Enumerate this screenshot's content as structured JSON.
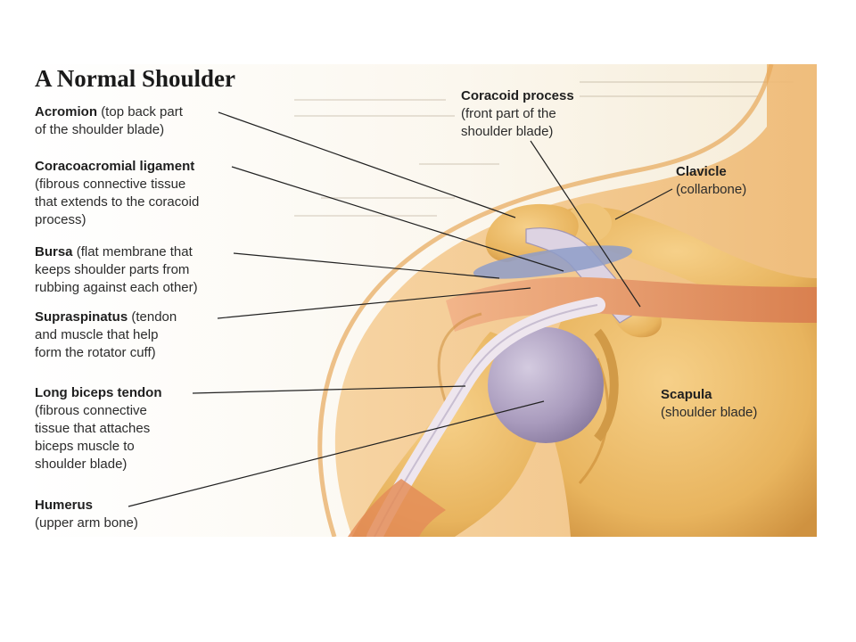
{
  "title": "A Normal Shoulder",
  "labels": {
    "acromion": {
      "name": "Acromion",
      "desc": [
        "(top back part",
        "of the shoulder blade)"
      ]
    },
    "coracoacromial": {
      "name": "Coracoacromial ligament",
      "desc": [
        "(fibrous connective tissue",
        "that extends to the coracoid",
        "process)"
      ]
    },
    "bursa": {
      "name": "Bursa",
      "desc": [
        "(flat membrane that",
        "keeps shoulder parts from",
        "rubbing against each other)"
      ]
    },
    "supraspinatus": {
      "name": "Supraspinatus",
      "desc": [
        "(tendon",
        "and muscle that help",
        "form the rotator cuff)"
      ]
    },
    "biceps": {
      "name": "Long biceps tendon",
      "desc": [
        "(fibrous connective",
        "tissue that attaches",
        "biceps muscle to",
        "shoulder blade)"
      ]
    },
    "humerus": {
      "name": "Humerus",
      "desc": [
        "(upper arm bone)"
      ]
    },
    "coracoid": {
      "name": "Coracoid process",
      "desc": [
        "(front part of the",
        "shoulder blade)"
      ]
    },
    "clavicle": {
      "name": "Clavicle",
      "desc": [
        "(collarbone)"
      ]
    },
    "scapula": {
      "name": "Scapula",
      "desc": [
        "(shoulder blade)"
      ]
    }
  },
  "colors": {
    "bone": "#e8b45e",
    "bone_shadow": "#c98a33",
    "skin": "#f4c98a",
    "cartilage": "#a99bbd",
    "tendon": "#e9dfe8",
    "muscle": "#e59a6c",
    "bursa": "#8e9cc8",
    "leader_line": "#222222"
  }
}
